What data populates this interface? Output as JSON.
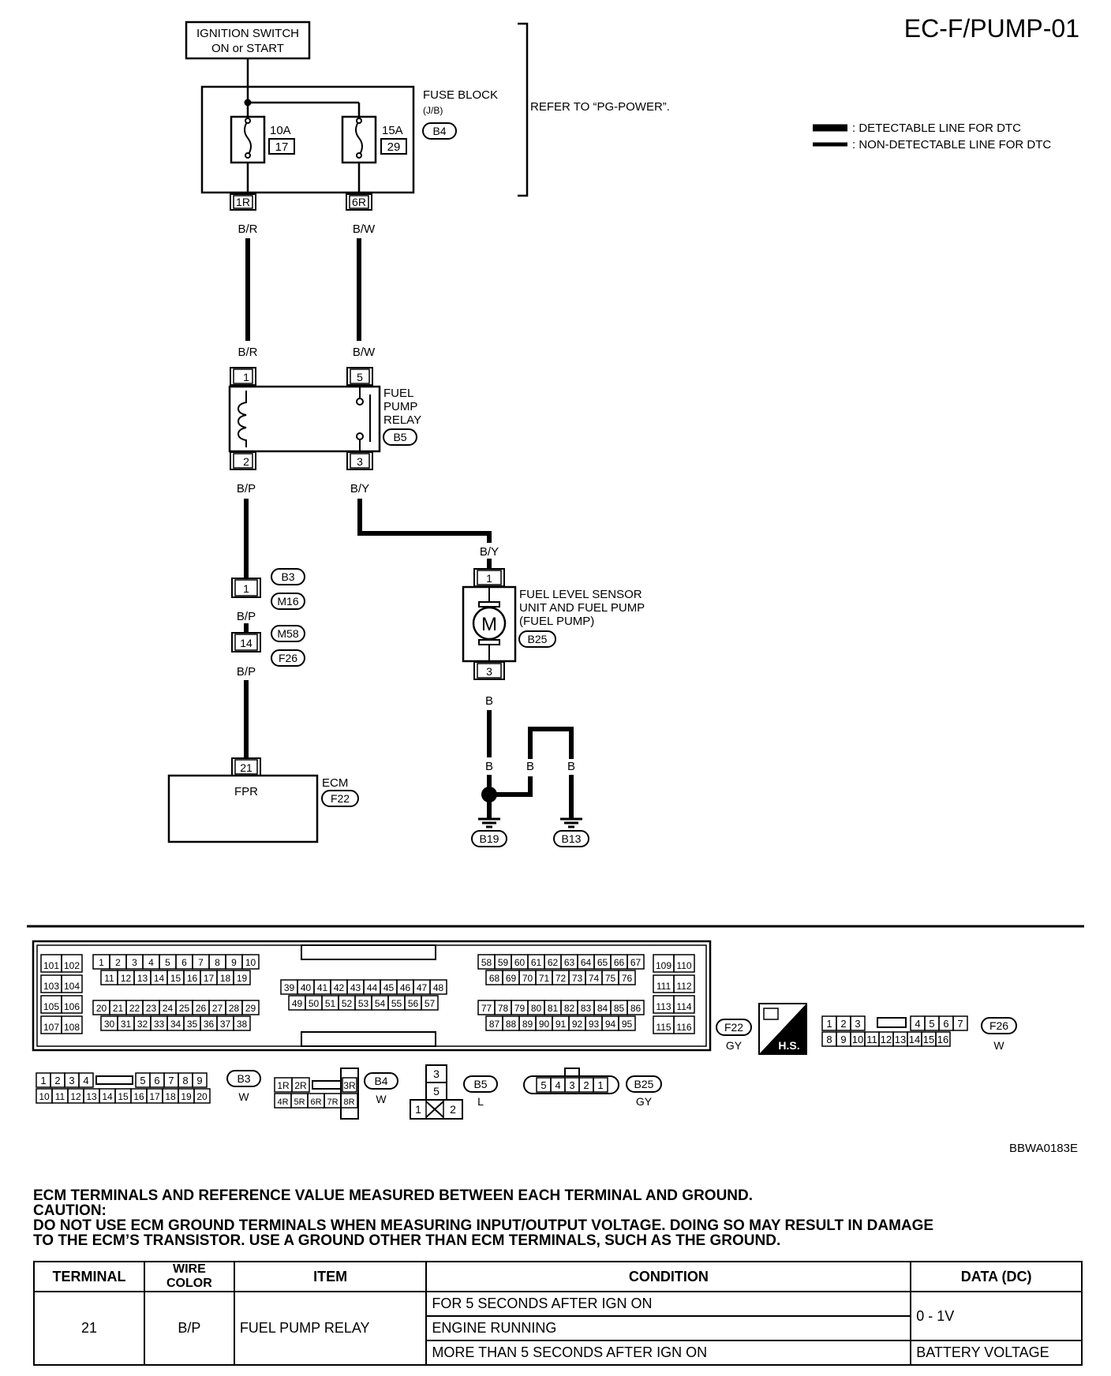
{
  "page_code": "EC-F/PUMP-01",
  "image_code": "BBWA0183E",
  "ignition_switch": {
    "line1": "IGNITION SWITCH",
    "line2": "ON or START"
  },
  "fuse_block": {
    "label1": "FUSE BLOCK",
    "label2": "(J/B)",
    "connector": "B4",
    "refer": "REFER TO “PG-POWER”.",
    "fuse_left": {
      "amp": "10A",
      "num": "17"
    },
    "fuse_right": {
      "amp": "15A",
      "num": "29"
    },
    "term_left": "1R",
    "term_right": "6R"
  },
  "legend": {
    "detectable": ": DETECTABLE LINE FOR DTC",
    "non_detectable": ": NON-DETECTABLE LINE FOR DTC"
  },
  "wires": {
    "br": "B/R",
    "bw": "B/W",
    "bp": "B/P",
    "by": "B/Y",
    "b": "B"
  },
  "relay": {
    "line1": "FUEL",
    "line2": "PUMP",
    "line3": "RELAY",
    "connector": "B5",
    "t1": "1",
    "t2": "2",
    "t3": "3",
    "t5": "5"
  },
  "joint1": {
    "term": "1",
    "c1": "B3",
    "c2": "M16"
  },
  "joint2": {
    "term": "14",
    "c1": "M58",
    "c2": "F26"
  },
  "ecm": {
    "term": "21",
    "pin": "FPR",
    "label": "ECM",
    "connector": "F22"
  },
  "fuel_pump": {
    "line1": "FUEL LEVEL SENSOR",
    "line2": "UNIT AND FUEL PUMP",
    "line3": "(FUEL PUMP)",
    "connector": "B25",
    "motor": "M",
    "t1": "1",
    "t3": "3"
  },
  "grounds": {
    "g1": "B19",
    "g2": "B13"
  },
  "connector_views": {
    "f22": {
      "code": "F22",
      "color": "GY"
    },
    "f26": {
      "code": "F26",
      "color": "W"
    },
    "b3": {
      "code": "B3",
      "color": "W"
    },
    "b4": {
      "code": "B4",
      "color": "W"
    },
    "b5": {
      "code": "B5",
      "color": "L"
    },
    "b25": {
      "code": "B25",
      "color": "GY"
    },
    "hs": "H.S.",
    "ecm_blocks": {
      "g1": [
        [
          "101",
          "102"
        ],
        [
          "103",
          "104"
        ],
        [
          "105",
          "106"
        ],
        [
          "107",
          "108"
        ]
      ],
      "g2r1": [
        "1",
        "2",
        "3",
        "4",
        "5",
        "6",
        "7",
        "8",
        "9",
        "10"
      ],
      "g2r2": [
        "11",
        "12",
        "13",
        "14",
        "15",
        "16",
        "17",
        "18",
        "19"
      ],
      "g2r3": [
        "20",
        "21",
        "22",
        "23",
        "24",
        "25",
        "26",
        "27",
        "28",
        "29"
      ],
      "g2r4": [
        "30",
        "31",
        "32",
        "33",
        "34",
        "35",
        "36",
        "37",
        "38"
      ],
      "g3r1": [
        "39",
        "40",
        "41",
        "42",
        "43",
        "44",
        "45",
        "46",
        "47",
        "48"
      ],
      "g3r2": [
        "49",
        "50",
        "51",
        "52",
        "53",
        "54",
        "55",
        "56",
        "57"
      ],
      "g4r1": [
        "58",
        "59",
        "60",
        "61",
        "62",
        "63",
        "64",
        "65",
        "66",
        "67"
      ],
      "g4r2": [
        "68",
        "69",
        "70",
        "71",
        "72",
        "73",
        "74",
        "75",
        "76"
      ],
      "g4r3": [
        "77",
        "78",
        "79",
        "80",
        "81",
        "82",
        "83",
        "84",
        "85",
        "86"
      ],
      "g4r4": [
        "87",
        "88",
        "89",
        "90",
        "91",
        "92",
        "93",
        "94",
        "95"
      ],
      "g5": [
        [
          "109",
          "110"
        ],
        [
          "111",
          "112"
        ],
        [
          "113",
          "114"
        ],
        [
          "115",
          "116"
        ]
      ]
    },
    "f26_pins": {
      "r1": [
        "1",
        "2",
        "3",
        "4",
        "5",
        "6",
        "7"
      ],
      "r2": [
        "8",
        "9",
        "10",
        "11",
        "12",
        "13",
        "14",
        "15",
        "16"
      ]
    },
    "b3_pins": {
      "r1": [
        "1",
        "2",
        "3",
        "4",
        "5",
        "6",
        "7",
        "8",
        "9"
      ],
      "r2": [
        "10",
        "11",
        "12",
        "13",
        "14",
        "15",
        "16",
        "17",
        "18",
        "19",
        "20"
      ]
    },
    "b4_pins": {
      "r1": [
        "1R",
        "2R",
        "3R"
      ],
      "r2": [
        "4R",
        "5R",
        "6R",
        "7R",
        "8R"
      ]
    },
    "b5_pins": [
      "3",
      "5",
      "1",
      "2"
    ],
    "b25_pins": [
      "5",
      "4",
      "3",
      "2",
      "1"
    ]
  },
  "caution": {
    "line1": "ECM TERMINALS AND REFERENCE VALUE MEASURED BETWEEN EACH TERMINAL AND GROUND.",
    "line2": "CAUTION:",
    "line3": "DO NOT USE ECM GROUND TERMINALS WHEN MEASURING INPUT/OUTPUT VOLTAGE. DOING SO MAY RESULT IN DAMAGE",
    "line4": "TO THE ECM’S TRANSISTOR. USE A GROUND OTHER THAN ECM TERMINALS, SUCH AS THE GROUND."
  },
  "table": {
    "headers": [
      "TERMINAL",
      "WIRE COLOR",
      "ITEM",
      "CONDITION",
      "DATA (DC)"
    ],
    "terminal": "21",
    "wire_color": "B/P",
    "item": "FUEL PUMP RELAY",
    "conditions": [
      "FOR 5 SECONDS AFTER IGN ON",
      "ENGINE RUNNING",
      "MORE THAN 5 SECONDS AFTER IGN ON"
    ],
    "data1": "0 - 1V",
    "data2": "BATTERY VOLTAGE"
  }
}
